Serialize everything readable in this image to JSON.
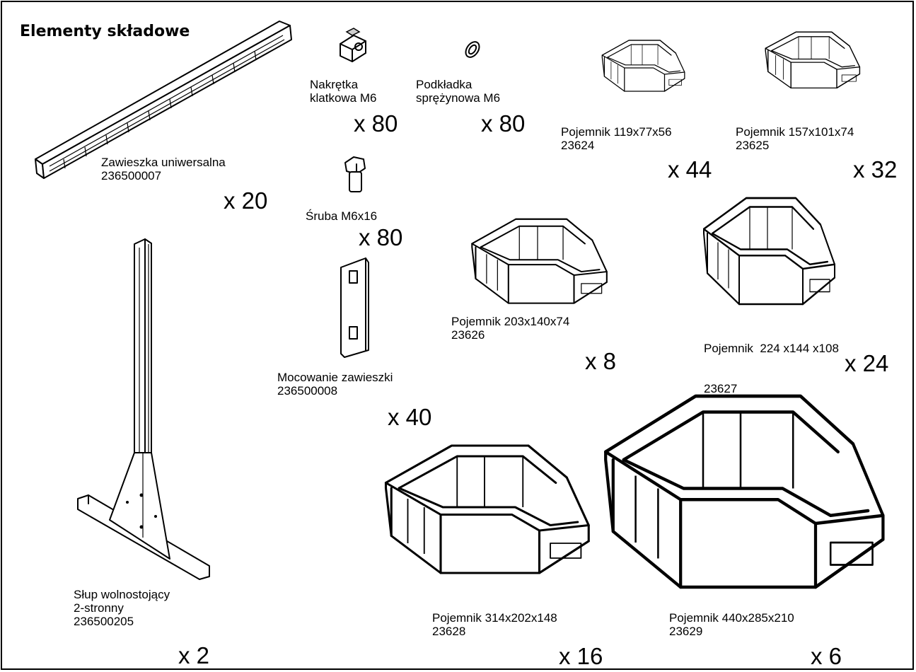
{
  "title": "Elementy składowe",
  "parts": {
    "rail": {
      "name": "Zawieszka uniwersalna",
      "code": "236500007",
      "qty": "x 20"
    },
    "cagenut": {
      "name1": "Nakrętka",
      "name2": "klatkowa M6",
      "qty": "x 80"
    },
    "washer": {
      "name1": "Podkładka",
      "name2": "sprężynowa M6",
      "qty": "x 80"
    },
    "screw": {
      "name": "Śruba M6x16",
      "qty": "x 80"
    },
    "mount": {
      "name": "Mocowanie zawieszki",
      "code": "236500008",
      "qty": "x 40"
    },
    "post": {
      "name1": "Słup wolnostojący",
      "name2": "2-stronny",
      "code": "236500205",
      "qty": "x 2"
    },
    "bin1": {
      "name": "Pojemnik 119x77x56",
      "code": "23624",
      "qty": "x 44"
    },
    "bin2": {
      "name": "Pojemnik 157x101x74",
      "code": "23625",
      "qty": "x 32"
    },
    "bin3": {
      "name": "Pojemnik 203x140x74",
      "code": "23626",
      "qty": "x 8"
    },
    "bin4": {
      "name": "Pojemnik  224 x144 x108",
      "code": "23627",
      "qty": "x 24"
    },
    "bin5": {
      "name": "Pojemnik 314x202x148",
      "code": "23628",
      "qty": "x 16"
    },
    "bin6": {
      "name": "Pojemnik 440x285x210",
      "code": "23629",
      "qty": "x 6"
    }
  }
}
